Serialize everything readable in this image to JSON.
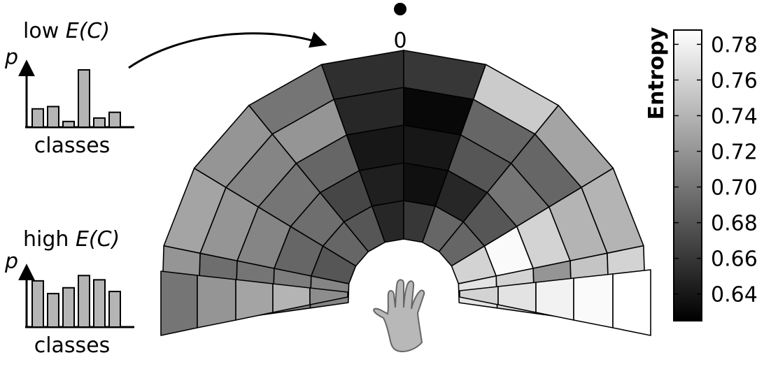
{
  "chart_data": {
    "type": "heatmap",
    "layout": "polar-sector",
    "center_marker_label": "0",
    "colorbar": {
      "label": "Entropy",
      "ticks": [
        0.78,
        0.76,
        0.74,
        0.72,
        0.7,
        0.68,
        0.66,
        0.64
      ],
      "tick_labels": [
        "0.78",
        "0.76",
        "0.74",
        "0.72",
        "0.70",
        "0.68",
        "0.66",
        "0.64"
      ],
      "range": [
        0.625,
        0.788
      ],
      "colormap": "grayscale (black = low, white = high)"
    },
    "rings": 5,
    "sectors": 10,
    "sector_order": "left to right",
    "ring_order": "inner to outer",
    "cells": [
      [
        0.71,
        0.705,
        0.7,
        0.695,
        0.72
      ],
      [
        0.68,
        0.69,
        0.71,
        0.72,
        0.73
      ],
      [
        0.69,
        0.695,
        0.7,
        0.71,
        0.72
      ],
      [
        0.68,
        0.67,
        0.69,
        0.72,
        0.7
      ],
      [
        0.65,
        0.645,
        0.64,
        0.65,
        0.655
      ],
      [
        0.66,
        0.635,
        0.64,
        0.63,
        0.66
      ],
      [
        0.69,
        0.65,
        0.68,
        0.69,
        0.755
      ],
      [
        0.69,
        0.68,
        0.7,
        0.69,
        0.73
      ],
      [
        0.76,
        0.785,
        0.76,
        0.74,
        0.74
      ],
      [
        0.77,
        0.76,
        0.72,
        0.75,
        0.76
      ]
    ],
    "base_row": {
      "left": [
        0.7,
        0.72,
        0.73,
        0.74,
        0.715
      ],
      "right": [
        0.76,
        0.77,
        0.78,
        0.785,
        0.788
      ]
    },
    "insets": [
      {
        "title_prefix": "low ",
        "title_math": "E(C)",
        "ylabel": "p",
        "xlabel": "classes",
        "bar_values": [
          0.32,
          0.36,
          0.1,
          1.0,
          0.16,
          0.26
        ]
      },
      {
        "title_prefix": "high ",
        "title_math": "E(C)",
        "ylabel": "p",
        "xlabel": "classes",
        "bar_values": [
          0.87,
          0.63,
          0.74,
          0.97,
          0.89,
          0.67
        ]
      }
    ]
  },
  "colors": {
    "cell_stroke": "#000000",
    "inset_bar": "#b5b5b5",
    "hand_fill": "#b8b8b8",
    "hand_stroke": "#666666"
  }
}
